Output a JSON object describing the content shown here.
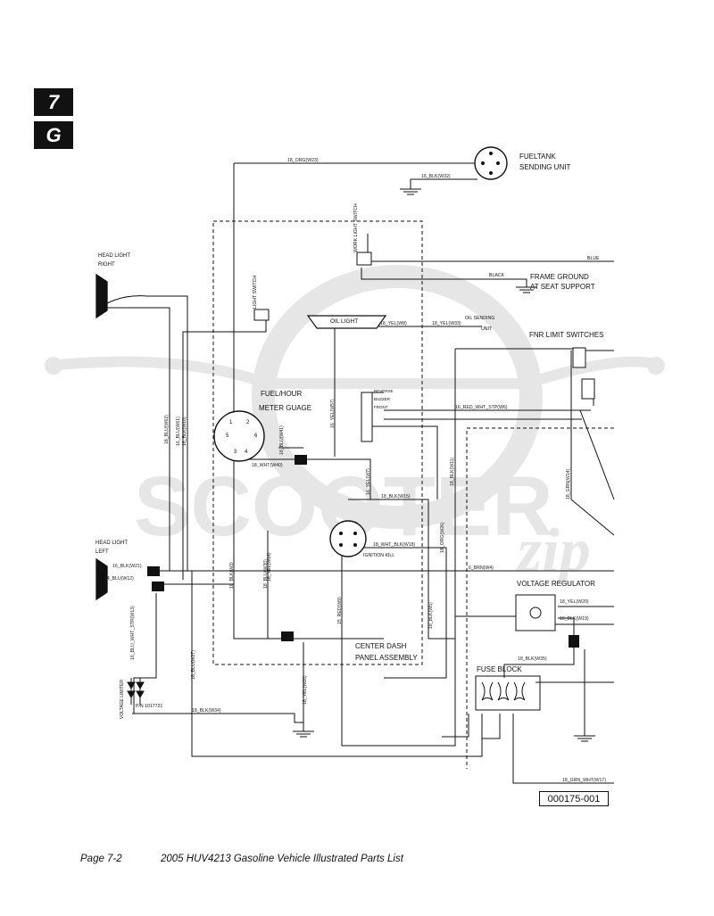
{
  "tabs": {
    "section": "7",
    "letter": "G"
  },
  "footer": {
    "page": "Page 7-2",
    "title": "2005 HUV4213 Gasoline Vehicle Illustrated Parts List"
  },
  "part_number": "000175-001",
  "watermark": "SCOOTER",
  "components": {
    "fueltank": [
      "FUELTANK",
      "SENDING UNIT"
    ],
    "headlight_right": [
      "HEAD LIGHT",
      "RIGHT"
    ],
    "headlight_left": [
      "HEAD LIGHT",
      "LEFT"
    ],
    "work_light_switch": "WORK LIGHT SWITCH",
    "light_switch": "LIGHT SWITCH",
    "frame_ground": [
      "FRAME GROUND",
      "AT SEAT SUPPORT"
    ],
    "oil_light": "OIL LIGHT",
    "oil_sending": [
      "OIL SENDING",
      "UNIT"
    ],
    "fnr_limit": "FNR LIMIT SWITCHES",
    "fuel_meter": [
      "FUEL/HOUR",
      "METER GUAGE"
    ],
    "fnr_switch": [
      "REVERSE",
      "BUZZER",
      "FRONT"
    ],
    "ignition_kill": "IGNITION KILL",
    "voltage_regulator": "VOLTAGE REGULATOR",
    "center_dash": [
      "CENTER DASH",
      "PANEL ASSEMBLY"
    ],
    "fuse_block": "FUSE BLOCK",
    "voltage_limiter": "VOLTAGE LIMITER",
    "pn": "P/N 1017721",
    "blue": "BLUE",
    "black": "BLACK"
  },
  "gauge_pins": [
    "1",
    "2",
    "5",
    "6",
    "3",
    "4"
  ],
  "wires": {
    "w23": "18_ORG(W23)",
    "w32": "16_BLK(W32)",
    "w8": "18_YEL(W8)",
    "w33": "18_YEL(W33)",
    "w6": "16_RED_WHT_STP(W6)",
    "w41": "18_BLU(W41)",
    "w40": "18_WHT(W40)",
    "w14": "18_GRN(W14)",
    "w11": "18_BLK(W11)",
    "w15": "18_BLK(W15)",
    "w18": "18_WHT_BLK(W18)",
    "w4": "6_BRN(W4)",
    "w26": "18_ORG(W26)",
    "w21": "16_BLK(W21)",
    "w12": "14_BLU(W12)",
    "w13": "16_BLU_WHT_STR(W13)",
    "w3": "18_BLK(W3)",
    "w16": "18_YEL(W16)",
    "w30": "18_BLU(W30)",
    "w9": "15_RED(W9)",
    "w5": "18_BLK(W5)",
    "w19": "16_BLK(W19)",
    "w20": "18_YEL(W20)",
    "w35": "18_BLK(W35)",
    "w34": "18_BLK(W34)",
    "w27": "18_BLU(W27)",
    "w17": "18_GRN_WHT(W17)",
    "w7": "16_YEL(W7)",
    "w10": "16_BLK(W10)",
    "w62": "18_BLU(W62)",
    "w61": "16_BLU(W61)",
    "w57": "16_YEL(W57)"
  }
}
